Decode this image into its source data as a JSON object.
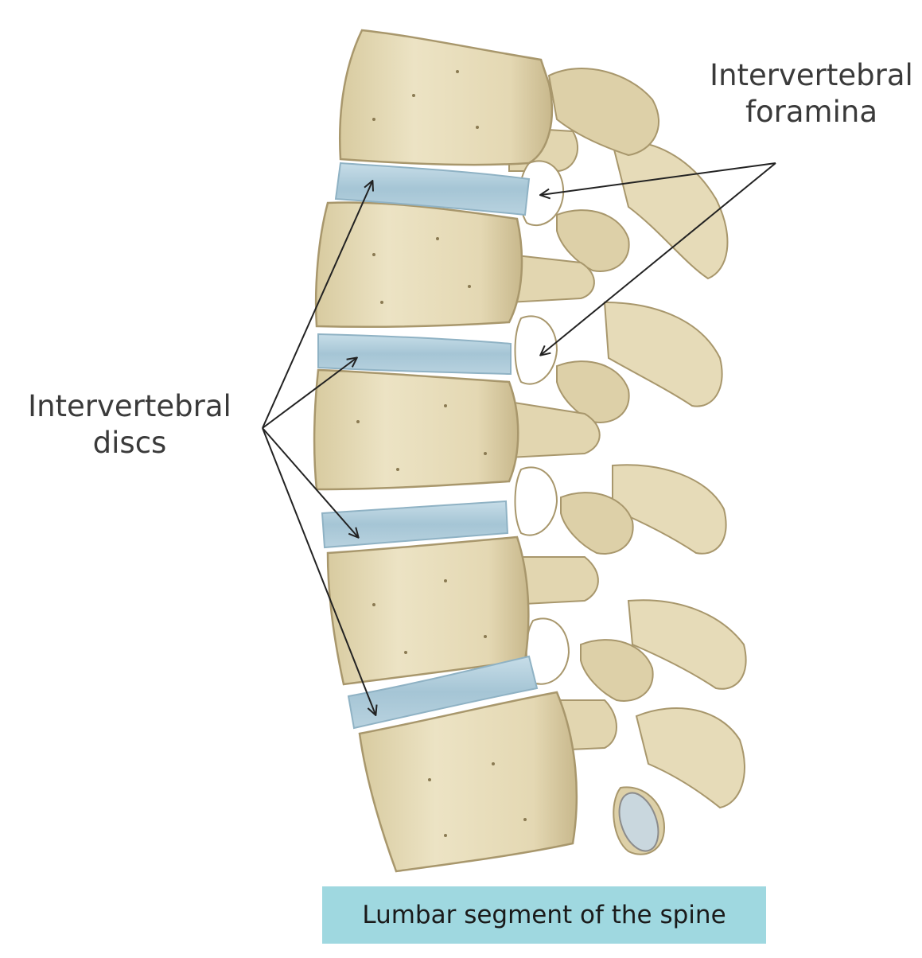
{
  "figure": {
    "labels": {
      "foramina": [
        "Intervertebral",
        "foramina"
      ],
      "discs": [
        "Intervertebral",
        "discs"
      ]
    },
    "caption": "Lumbar segment of the spine"
  },
  "colors": {
    "bone": "#e9dfbe",
    "bone_shadow": "#c9b98e",
    "bone_outline": "#a8976c",
    "disc": "#a9c9d8",
    "disc_light": "#d5e6ee",
    "caption_bg": "#9fd8e0",
    "arrow": "#222222"
  }
}
